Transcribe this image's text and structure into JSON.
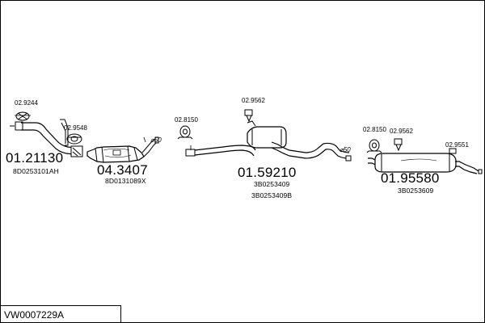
{
  "diagram": {
    "vehicle_code": "VW0007229A",
    "parts": [
      {
        "number": "01.21130",
        "oe_refs": [
          "8D0253101AH"
        ]
      },
      {
        "number": "04.3407",
        "oe_refs": [
          "8D0131089X"
        ]
      },
      {
        "number": "01.59210",
        "oe_refs": [
          "3B0253409",
          "3B0253409B"
        ]
      },
      {
        "number": "01.95580",
        "oe_refs": [
          "3B0253609"
        ]
      }
    ],
    "clips": [
      "02.9244",
      "02.9548",
      "02.8150",
      "02.9562",
      "02.8150",
      "02.9562",
      "02.9551"
    ],
    "diameters": [
      "⌀50",
      "⌀50"
    ]
  }
}
